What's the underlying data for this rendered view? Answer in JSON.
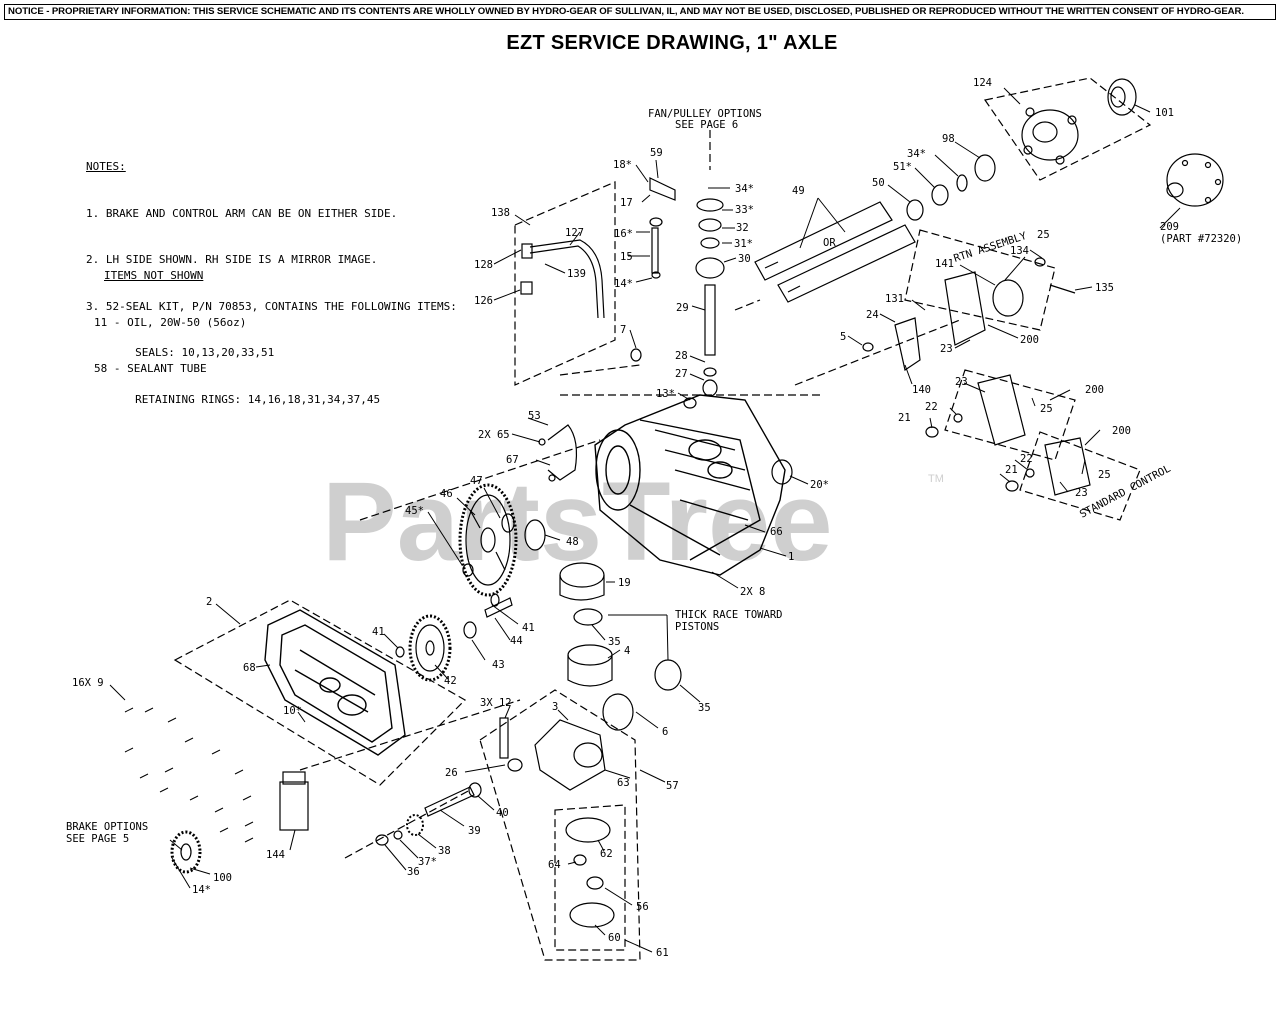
{
  "notice": "NOTICE - PROPRIETARY INFORMATION: THIS SERVICE SCHEMATIC AND ITS CONTENTS ARE WHOLLY OWNED BY HYDRO-GEAR OF SULLIVAN, IL, AND MAY NOT BE USED, DISCLOSED, PUBLISHED OR REPRODUCED WITHOUT THE WRITTEN CONSENT OF HYDRO-GEAR.",
  "title": "EZT SERVICE DRAWING, 1\" AXLE",
  "notes": {
    "heading": "NOTES:",
    "lines": [
      "1. BRAKE AND CONTROL ARM CAN BE ON EITHER SIDE.",
      "2. LH SIDE SHOWN. RH SIDE IS A MIRROR IMAGE.",
      "3. 52-SEAL KIT, P/N 70853, CONTAINS THE FOLLOWING ITEMS:",
      "     SEALS: 10,13,20,33,51",
      "     RETAINING RINGS: 14,16,18,31,34,37,45"
    ]
  },
  "items_not_shown": {
    "heading": "ITEMS NOT SHOWN",
    "lines": [
      "11 - OIL, 20W-50 (56oz)",
      "58 - SEALANT TUBE"
    ]
  },
  "watermark": {
    "text": "PartsTree",
    "tm": "TM"
  },
  "callouts": [
    {
      "text": "124"
    },
    {
      "text": "101"
    },
    {
      "text": "209"
    },
    {
      "text": "(PART #72320)"
    },
    {
      "text": "FAN/PULLEY OPTIONS"
    },
    {
      "text": "SEE PAGE 6"
    },
    {
      "text": "59"
    },
    {
      "text": "18*"
    },
    {
      "text": "17"
    },
    {
      "text": "16*"
    },
    {
      "text": "15"
    },
    {
      "text": "14*"
    },
    {
      "text": "34*"
    },
    {
      "text": "33*"
    },
    {
      "text": "32"
    },
    {
      "text": "31*"
    },
    {
      "text": "30"
    },
    {
      "text": "29"
    },
    {
      "text": "28"
    },
    {
      "text": "27"
    },
    {
      "text": "49"
    },
    {
      "text": "OR"
    },
    {
      "text": "50"
    },
    {
      "text": "51*"
    },
    {
      "text": "34*"
    },
    {
      "text": "98"
    },
    {
      "text": "138"
    },
    {
      "text": "127"
    },
    {
      "text": "128"
    },
    {
      "text": "139"
    },
    {
      "text": "126"
    },
    {
      "text": "RTN ASSEMBLY"
    },
    {
      "text": "134"
    },
    {
      "text": "25"
    },
    {
      "text": "141"
    },
    {
      "text": "135"
    },
    {
      "text": "131"
    },
    {
      "text": "24"
    },
    {
      "text": "5"
    },
    {
      "text": "23"
    },
    {
      "text": "200"
    },
    {
      "text": "140"
    },
    {
      "text": "7"
    },
    {
      "text": "13*"
    },
    {
      "text": "23"
    },
    {
      "text": "200"
    },
    {
      "text": "22"
    },
    {
      "text": "25"
    },
    {
      "text": "21"
    },
    {
      "text": "200"
    },
    {
      "text": "22"
    },
    {
      "text": "25"
    },
    {
      "text": "21"
    },
    {
      "text": "23"
    },
    {
      "text": "STANDARD CONTROL"
    },
    {
      "text": "53"
    },
    {
      "text": "2X 65"
    },
    {
      "text": "67"
    },
    {
      "text": "20*"
    },
    {
      "text": "47"
    },
    {
      "text": "46"
    },
    {
      "text": "45*"
    },
    {
      "text": "48"
    },
    {
      "text": "66"
    },
    {
      "text": "1"
    },
    {
      "text": "2X 8"
    },
    {
      "text": "19"
    },
    {
      "text": "THICK RACE TOWARD"
    },
    {
      "text": "PISTONS"
    },
    {
      "text": "2"
    },
    {
      "text": "41"
    },
    {
      "text": "44"
    },
    {
      "text": "41"
    },
    {
      "text": "68"
    },
    {
      "text": "42"
    },
    {
      "text": "43"
    },
    {
      "text": "35"
    },
    {
      "text": "4"
    },
    {
      "text": "35"
    },
    {
      "text": "16X 9"
    },
    {
      "text": "10*"
    },
    {
      "text": "3X 12"
    },
    {
      "text": "3"
    },
    {
      "text": "6"
    },
    {
      "text": "26"
    },
    {
      "text": "63"
    },
    {
      "text": "57"
    },
    {
      "text": "40"
    },
    {
      "text": "39"
    },
    {
      "text": "62"
    },
    {
      "text": "BRAKE OPTIONS"
    },
    {
      "text": "SEE PAGE 5"
    },
    {
      "text": "144"
    },
    {
      "text": "38"
    },
    {
      "text": "37*"
    },
    {
      "text": "36"
    },
    {
      "text": "64"
    },
    {
      "text": "100"
    },
    {
      "text": "14*"
    },
    {
      "text": "56"
    },
    {
      "text": "60"
    },
    {
      "text": "61"
    }
  ]
}
